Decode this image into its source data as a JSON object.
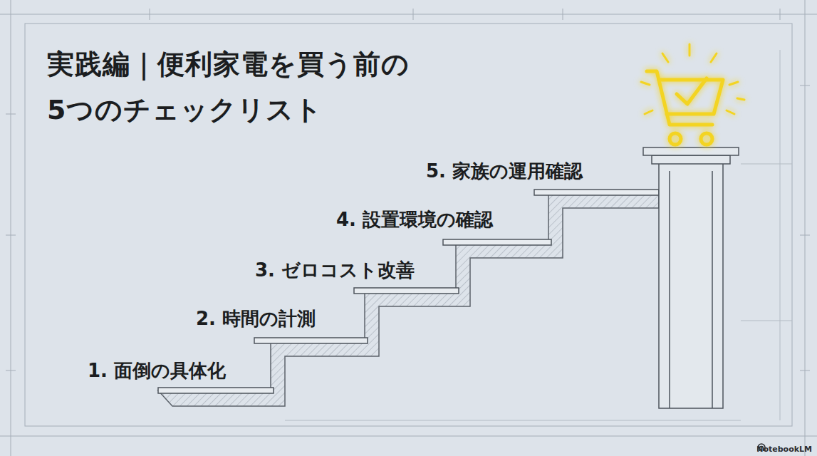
{
  "diagram": {
    "title": "実践編｜便利家電を買う前の 5つのチェックリスト",
    "labels": [
      "1. 面倒の具体化",
      "2. 時間の計測",
      "3. ゼロコスト改善",
      "4. 設置環境の確認",
      "5. 家族の運用確認",
      "NotebookLM"
    ]
  }
}
